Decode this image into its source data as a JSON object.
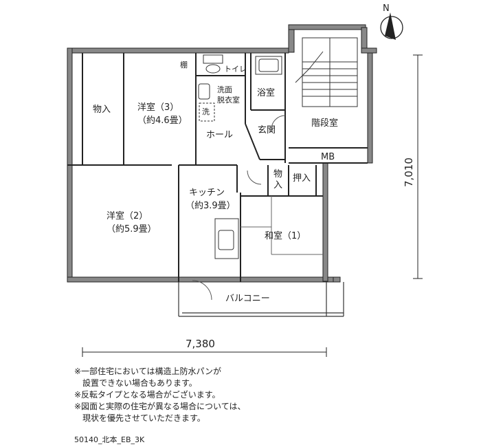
{
  "plan": {
    "north_label": "N",
    "rooms": {
      "storage_left": "物入",
      "western3_name": "洋室（3）",
      "western3_size": "（約4.6畳）",
      "shelf": "棚",
      "toilet": "トイレ",
      "washroom_line1": "洗面",
      "washroom_line2": "脱衣室",
      "washer": "洗",
      "bath": "浴室",
      "entrance": "玄関",
      "stair": "階段室",
      "hall": "ホール",
      "mb": "MB",
      "storage_small_1": "物",
      "storage_small_2": "入",
      "closet": "押入",
      "kitchen_name": "キッチン",
      "kitchen_size": "（約3.9畳）",
      "western2_name": "洋室（2）",
      "western2_size": "（約5.9畳）",
      "japanese1": "和室（1）",
      "balcony": "バルコニー"
    },
    "dimensions": {
      "width": "7,380",
      "depth": "7,010"
    }
  },
  "notes": [
    "※一部住宅においては構造上防水パンが",
    "　設置できない場合もあります。",
    "※反転タイプとなる場合がございます。",
    "※図面と実際の住宅が異なる場合については、",
    "　現状を優先させていただきます。"
  ],
  "plan_code": "50140_北本_EB_3K"
}
